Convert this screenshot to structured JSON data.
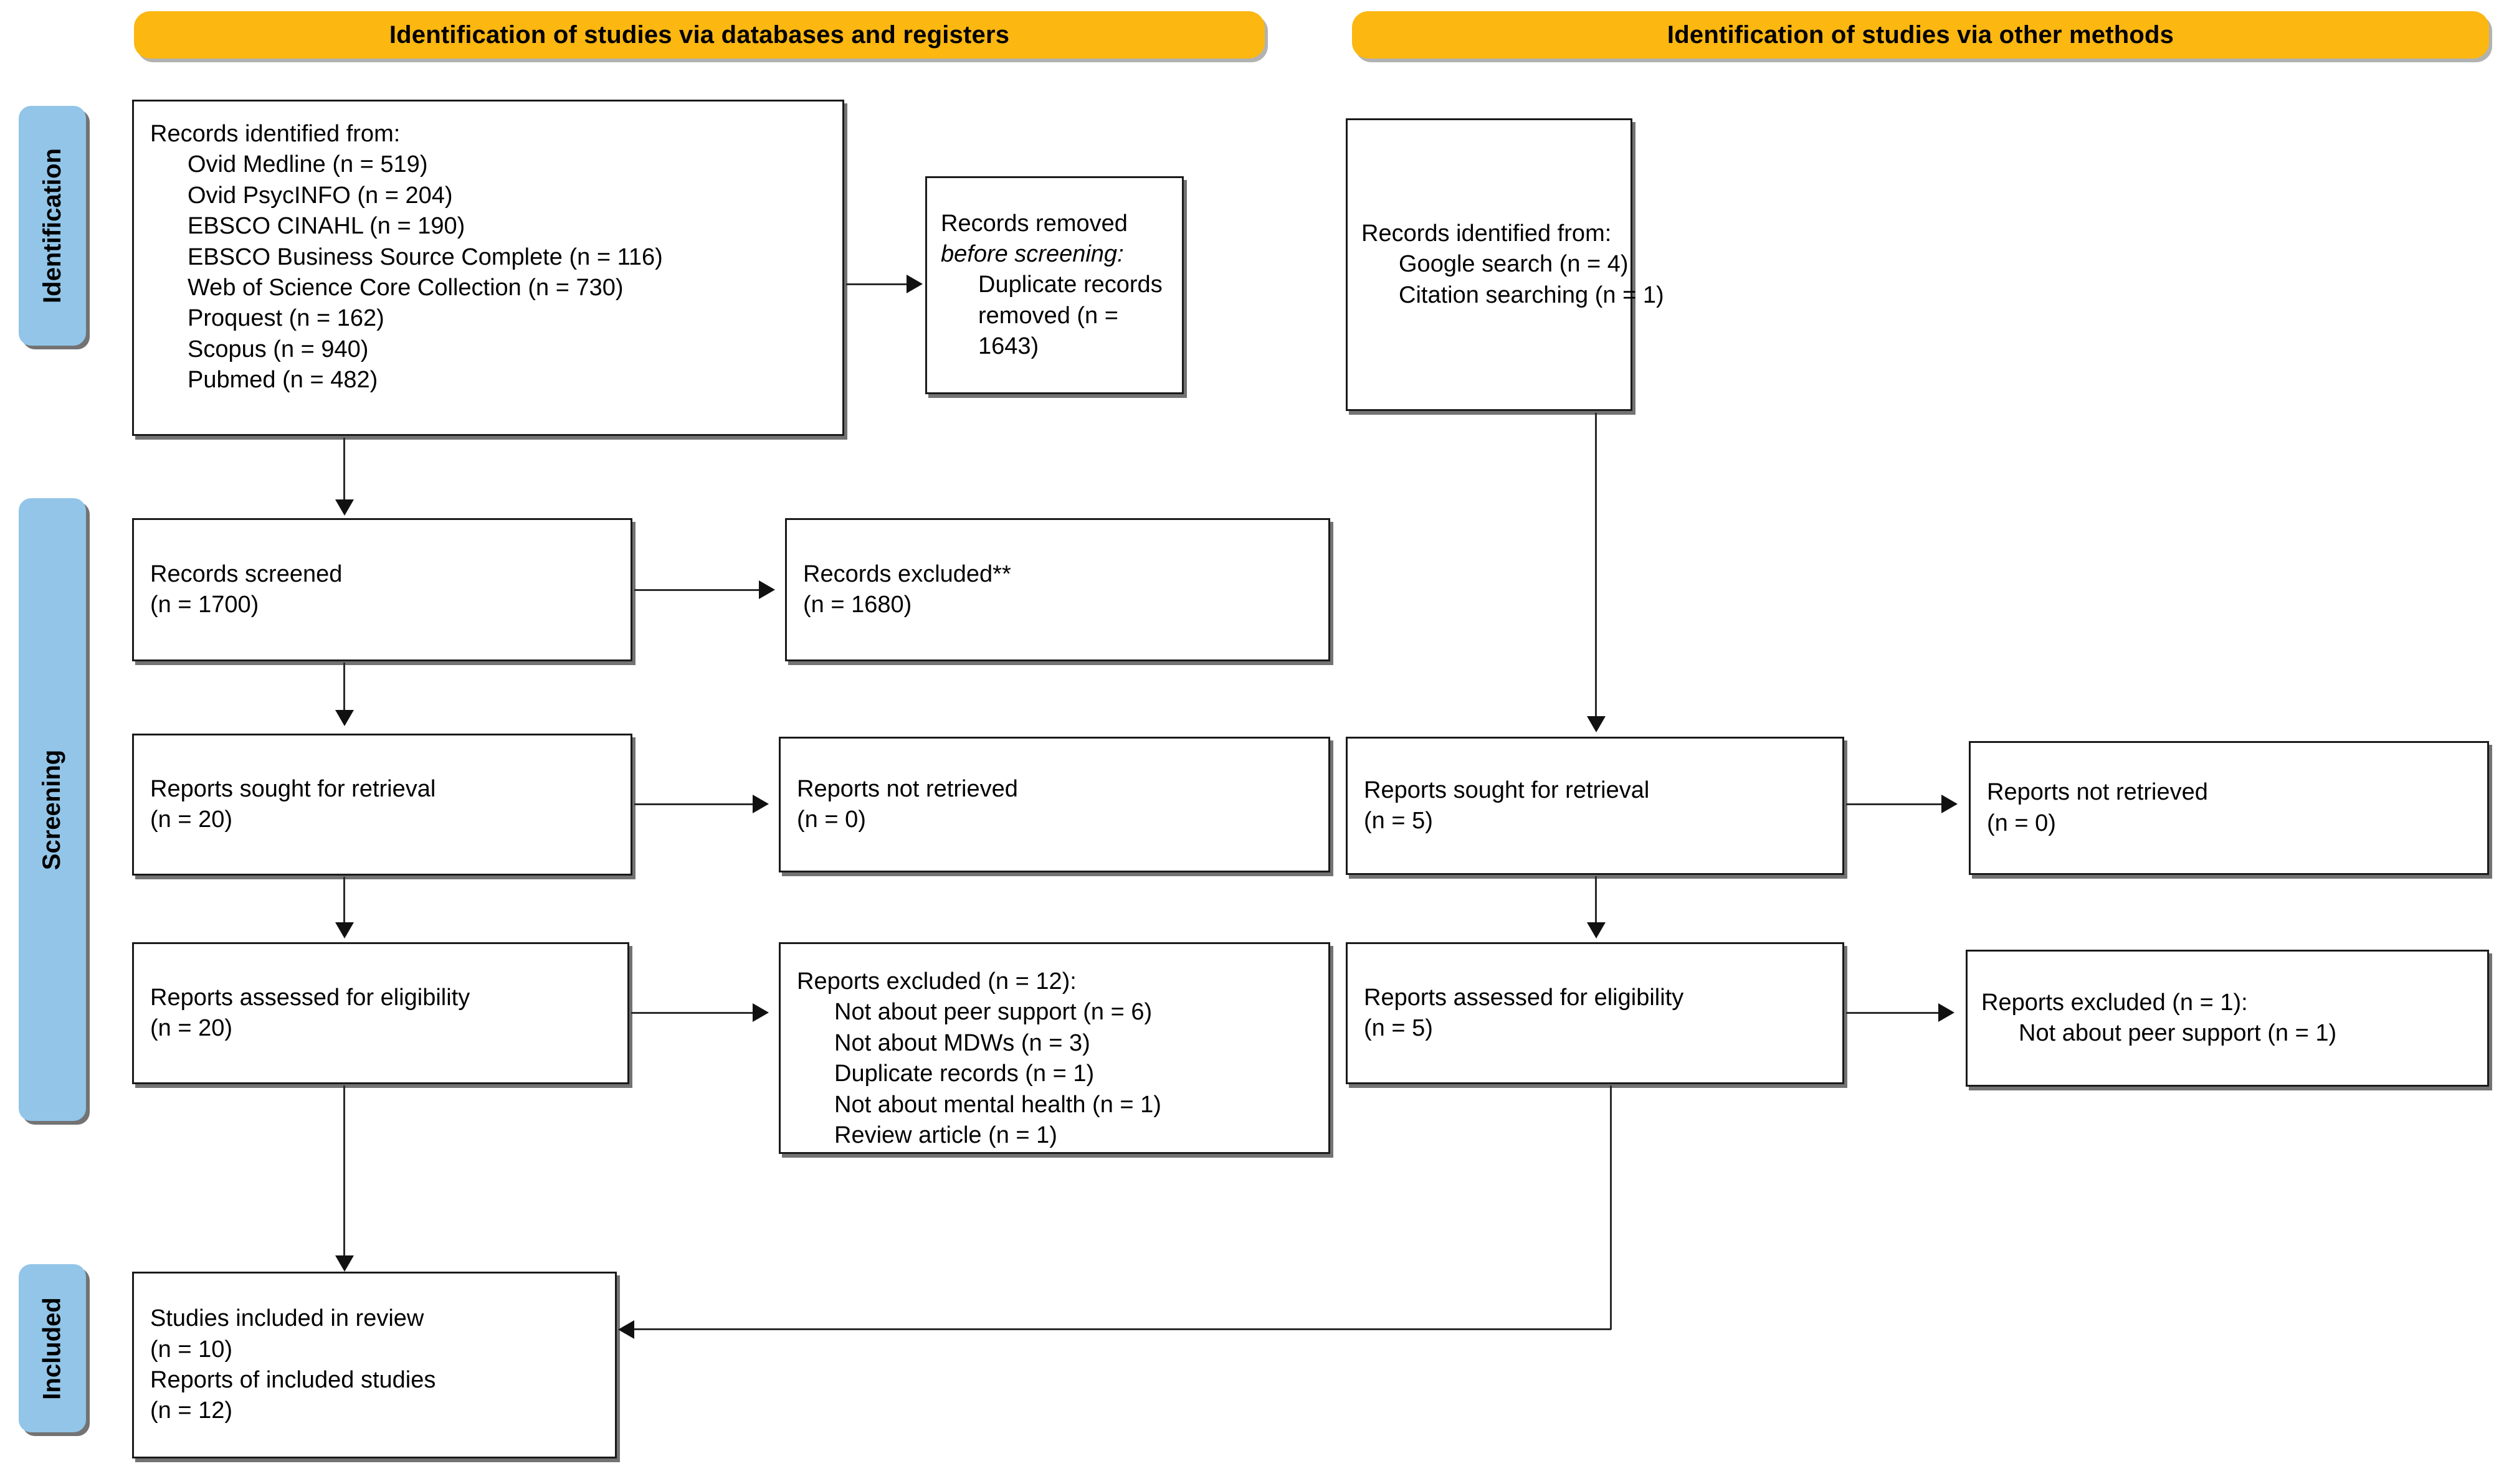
{
  "diagram": {
    "title": "PRISMA 2020 flow diagram",
    "colors": {
      "banner": "#FCB711",
      "sidebar": "#92C5E8",
      "box_border": "#1a1a1a",
      "line": "#2b2b2b"
    }
  },
  "banners": [
    {
      "label": "Identification of studies via databases and registers"
    },
    {
      "label": "Identification of studies via other methods"
    }
  ],
  "sidebars": [
    {
      "label": "Identification"
    },
    {
      "label": "Screening"
    },
    {
      "label": "Included"
    }
  ],
  "boxes": {
    "db_identified": {
      "lines": [
        {
          "text": "Records identified from:",
          "indent": false
        },
        {
          "text": "Ovid Medline (n = 519)",
          "indent": true
        },
        {
          "text": "Ovid PsycINFO (n = 204)",
          "indent": true
        },
        {
          "text": "EBSCO CINAHL (n = 190)",
          "indent": true
        },
        {
          "text": "EBSCO Business Source Complete (n = 116)",
          "indent": true
        },
        {
          "text": "Web of Science Core Collection (n = 730)",
          "indent": true
        },
        {
          "text": "Proquest (n = 162)",
          "indent": true
        },
        {
          "text": "Scopus (n = 940)",
          "indent": true
        },
        {
          "text": "Pubmed (n = 482)",
          "indent": true
        }
      ]
    },
    "records_removed": {
      "lines": [
        {
          "text": "Records removed",
          "indent": false,
          "italic": false
        },
        {
          "text": "before screening:",
          "indent": false,
          "italic": true
        },
        {
          "text": "Duplicate records",
          "indent": true,
          "italic": false
        },
        {
          "text": "removed (n =",
          "indent": true,
          "italic": false
        },
        {
          "text": "1643)",
          "indent": true,
          "italic": false
        }
      ]
    },
    "records_screened": {
      "lines": [
        {
          "text": "Records screened",
          "indent": false
        },
        {
          "text": "(n = 1700)",
          "indent": false
        }
      ]
    },
    "records_excluded": {
      "lines": [
        {
          "text": "Records excluded**",
          "indent": false
        },
        {
          "text": "(n = 1680)",
          "indent": false
        }
      ]
    },
    "reports_sought_db": {
      "lines": [
        {
          "text": "Reports sought for retrieval",
          "indent": false
        },
        {
          "text": "(n = 20)",
          "indent": false
        }
      ]
    },
    "reports_not_retrieved_db": {
      "lines": [
        {
          "text": "Reports not retrieved",
          "indent": false
        },
        {
          "text": "(n = 0)",
          "indent": false
        }
      ]
    },
    "reports_assessed_db": {
      "lines": [
        {
          "text": "Reports assessed for eligibility",
          "indent": false
        },
        {
          "text": "(n = 20)",
          "indent": false
        }
      ]
    },
    "reports_excluded_db": {
      "lines": [
        {
          "text": "Reports excluded (n = 12):",
          "indent": false
        },
        {
          "text": "Not about peer support (n = 6)",
          "indent": true
        },
        {
          "text": "Not about MDWs (n = 3)",
          "indent": true
        },
        {
          "text": "Duplicate records (n = 1)",
          "indent": true
        },
        {
          "text": "Not about mental health (n = 1)",
          "indent": true
        },
        {
          "text": "Review article (n = 1)",
          "indent": true
        }
      ]
    },
    "other_identified": {
      "lines": [
        {
          "text": "Records identified from:",
          "indent": false
        },
        {
          "text": "Google search (n = 4)",
          "indent": true
        },
        {
          "text": "Citation searching (n = 1)",
          "indent": true
        }
      ]
    },
    "reports_sought_other": {
      "lines": [
        {
          "text": "Reports sought for retrieval",
          "indent": false
        },
        {
          "text": "(n = 5)",
          "indent": false
        }
      ]
    },
    "reports_not_retrieved_other": {
      "lines": [
        {
          "text": "Reports not retrieved",
          "indent": false
        },
        {
          "text": "(n = 0)",
          "indent": false
        }
      ]
    },
    "reports_assessed_other": {
      "lines": [
        {
          "text": "Reports assessed for eligibility",
          "indent": false
        },
        {
          "text": "(n = 5)",
          "indent": false
        }
      ]
    },
    "reports_excluded_other": {
      "lines": [
        {
          "text": "Reports excluded (n = 1):",
          "indent": false
        },
        {
          "text": "Not about peer support (n = 1)",
          "indent": true
        }
      ]
    },
    "included": {
      "lines": [
        {
          "text": "Studies included in review",
          "indent": false
        },
        {
          "text": "(n = 10)",
          "indent": false
        },
        {
          "text": "Reports of included studies",
          "indent": false
        },
        {
          "text": "(n = 12)",
          "indent": false
        }
      ]
    }
  }
}
